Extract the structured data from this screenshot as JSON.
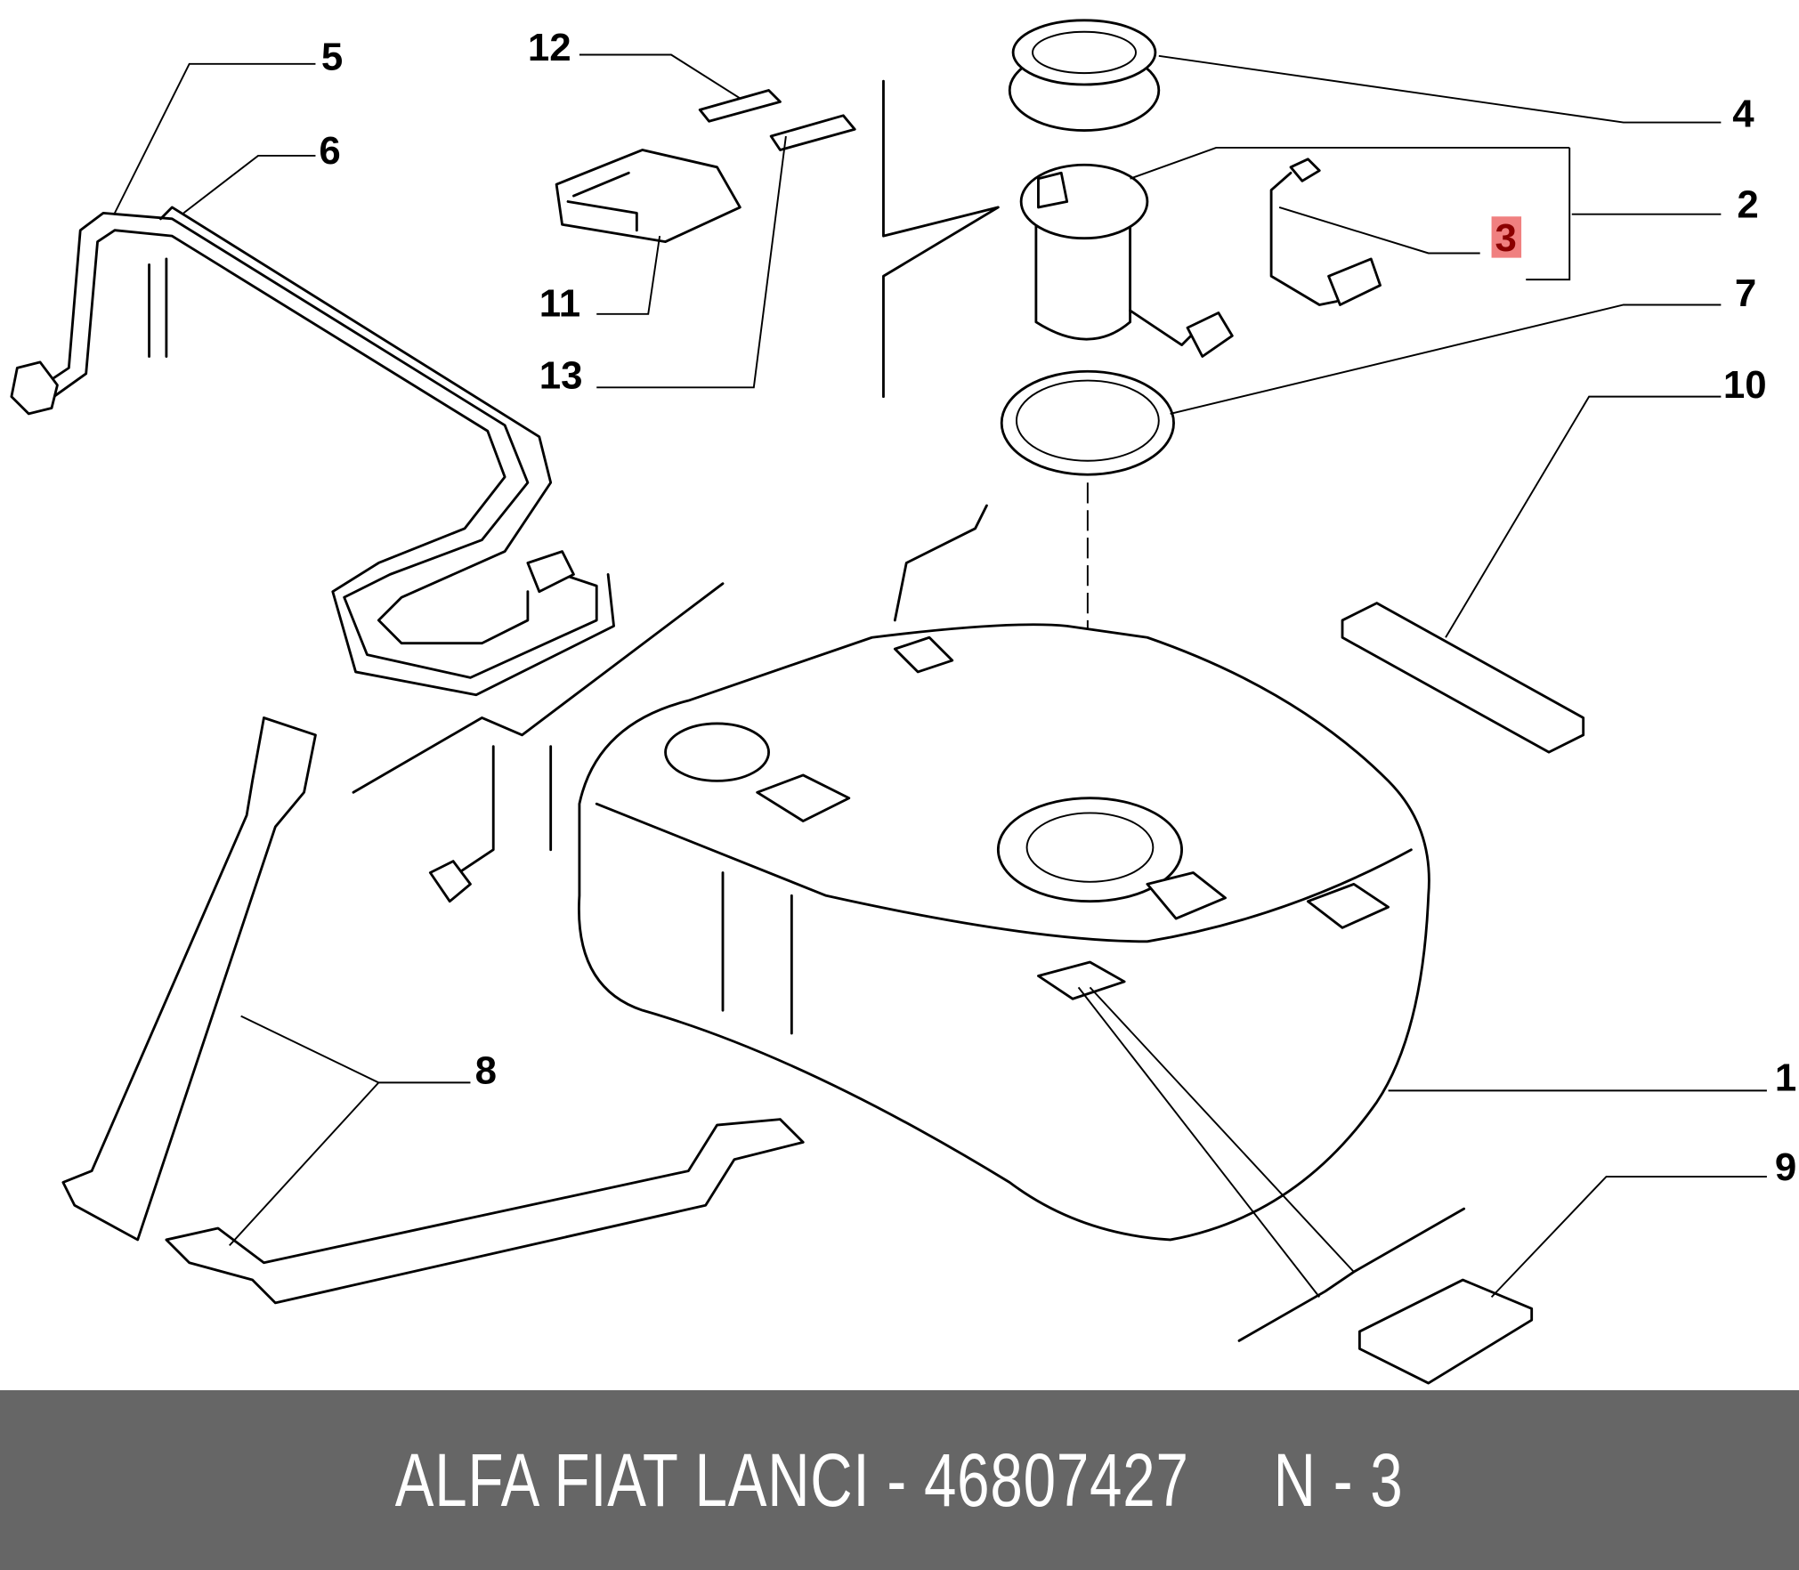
{
  "diagram": {
    "callouts": [
      "1",
      "2",
      "3",
      "4",
      "5",
      "6",
      "7",
      "8",
      "9",
      "10",
      "11",
      "12",
      "13"
    ],
    "highlighted_callout": "3",
    "highlight_color": "#f08080"
  },
  "footer": {
    "brand": "ALFA FIAT LANCI",
    "separator": " - ",
    "part_number": "46807427",
    "position_label": "N - 3",
    "background": "#666666"
  }
}
